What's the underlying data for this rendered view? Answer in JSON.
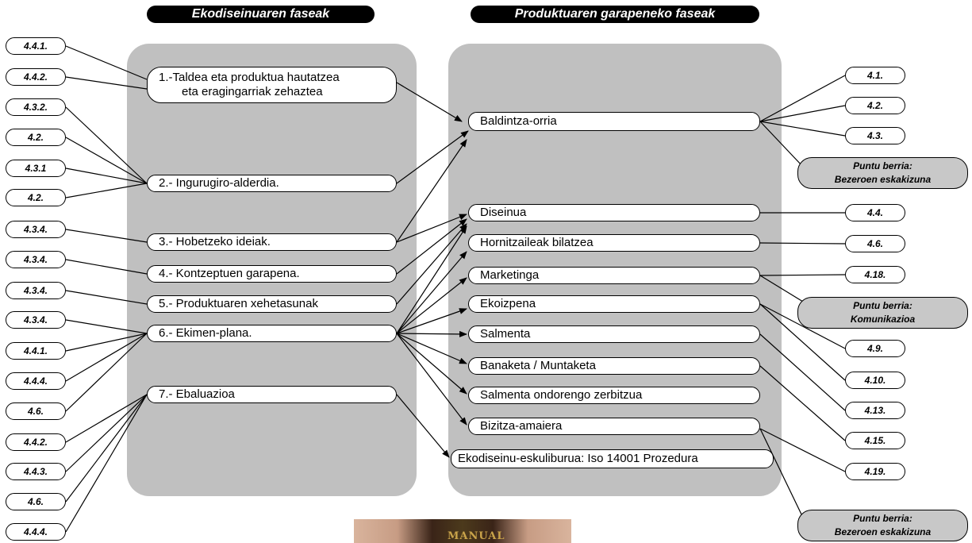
{
  "headers": {
    "left": "Ekodiseinuaren faseak",
    "right": "Produktuaren garapeneko faseak"
  },
  "left_phases": {
    "p1_line1": "1.-Taldea eta produktua hautatzea",
    "p1_line2": "eta eragingarriak zehaztea",
    "p2": "2.- Ingurugiro-alderdia.",
    "p3": "3.- Hobetzeko ideiak.",
    "p4": "4.- Kontzeptuen garapena.",
    "p5": "5.- Produktuaren xehetasunak",
    "p6": "6.- Ekimen-plana.",
    "p7": "7.- Ebaluazioa"
  },
  "right_phases": {
    "r1": "Baldintza-orria",
    "r2": "Diseinua",
    "r3": "Hornitzaileak bilatzea",
    "r4": "Marketinga",
    "r5": "Ekoizpena",
    "r6": "Salmenta",
    "r7": "Banaketa / Muntaketa",
    "r8": "Salmenta ondorengo zerbitzua",
    "r9": "Bizitza-amaiera",
    "manual": "Ekodiseinu-eskuliburua: Iso 14001 Prozedura"
  },
  "left_tags": [
    "4.4.1.",
    "4.4.2.",
    "4.3.2.",
    "4.2.",
    "4.3.1",
    "4.2.",
    "4.3.4.",
    "4.3.4.",
    "4.3.4.",
    "4.3.4.",
    "4.4.1.",
    "4.4.4.",
    "4.6.",
    "4.4.2.",
    "4.4.3.",
    "4.6.",
    "4.4.4."
  ],
  "right_tags": [
    "4.1.",
    "4.2.",
    "4.3.",
    "4.4.",
    "4.6.",
    "4.18.",
    "4.9.",
    "4.10.",
    "4.13.",
    "4.15.",
    "4.19."
  ],
  "notes": {
    "n1_line1": "Puntu berria:",
    "n1_line2": "Bezeroen eskakizuna",
    "n2_line1": "Puntu berria:",
    "n2_line2": "Komunikazioa",
    "n3_line1": "Puntu berria:",
    "n3_line2": "Bezeroen eskakizuna"
  },
  "photo_text": "MANUAL",
  "colors": {
    "panel": "#c0c0c0",
    "header": "#000000",
    "note": "#c8c8c8"
  }
}
